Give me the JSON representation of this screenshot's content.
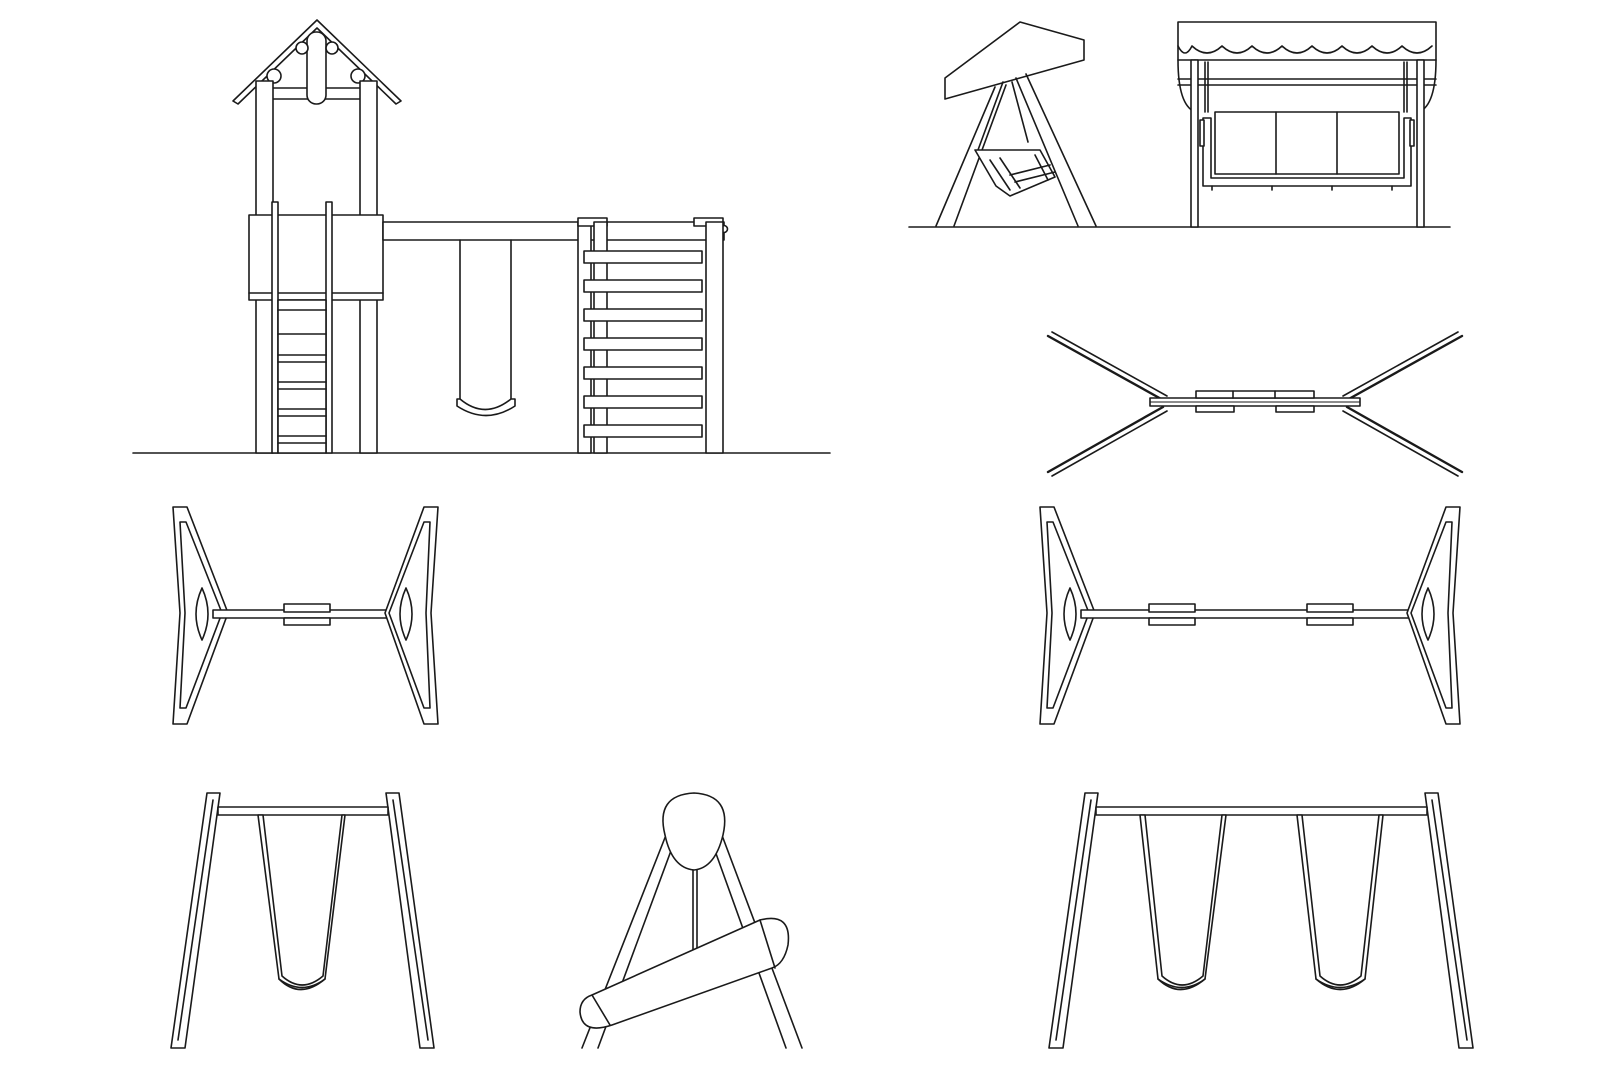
{
  "figure": {
    "views": [
      {
        "id": "play-tower-elevation",
        "icon": "play-tower-swing-ladder"
      },
      {
        "id": "canopy-swing-side",
        "icon": "canopy-swing"
      },
      {
        "id": "canopy-swing-front",
        "icon": "canopy-swing"
      },
      {
        "id": "double-swing-plan",
        "icon": "swing-plan"
      },
      {
        "id": "single-swing-plan",
        "icon": "swing-plan"
      },
      {
        "id": "wide-swing-plan",
        "icon": "swing-plan"
      },
      {
        "id": "single-swing-front",
        "icon": "a-frame-swing"
      },
      {
        "id": "swing-side",
        "icon": "a-frame-swing"
      },
      {
        "id": "double-swing-front",
        "icon": "a-frame-swing"
      }
    ],
    "colors": {
      "line": "#1a1a1a",
      "background": "#ffffff"
    }
  }
}
